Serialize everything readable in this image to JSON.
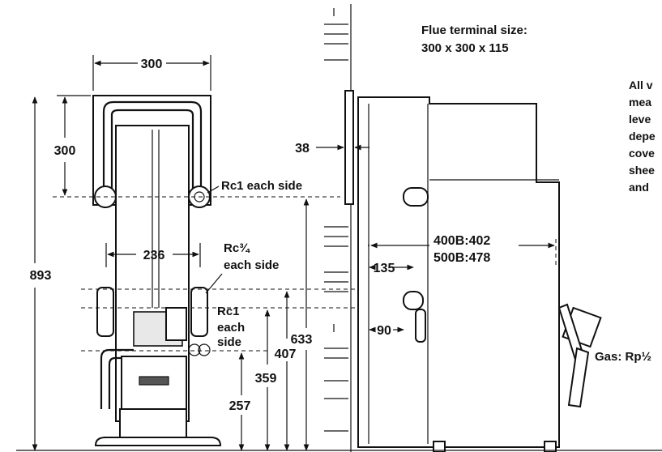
{
  "flue_terminal": {
    "title": "Flue terminal size:",
    "size": "300 x 300 x 115"
  },
  "note_lines": [
    "All v",
    "mea",
    "leve",
    "depe",
    "cove",
    "shee",
    "and"
  ],
  "dimensions": {
    "width_top": "300",
    "height_top": "300",
    "total_height": "893",
    "inner_width": "236",
    "height_633": "633",
    "height_407": "407",
    "height_359": "359",
    "height_257": "257",
    "depth_38": "38",
    "depth_135": "135",
    "depth_90": "90",
    "model_400": "400B:402",
    "model_500": "500B:478"
  },
  "labels": {
    "rc1_top": "Rc1 each side",
    "rc34_a": "Rc¾",
    "rc34_b": "each side",
    "rc1_a": "Rc1",
    "rc1_b": "each",
    "rc1_c": "side",
    "gas": "Gas: Rp½"
  }
}
